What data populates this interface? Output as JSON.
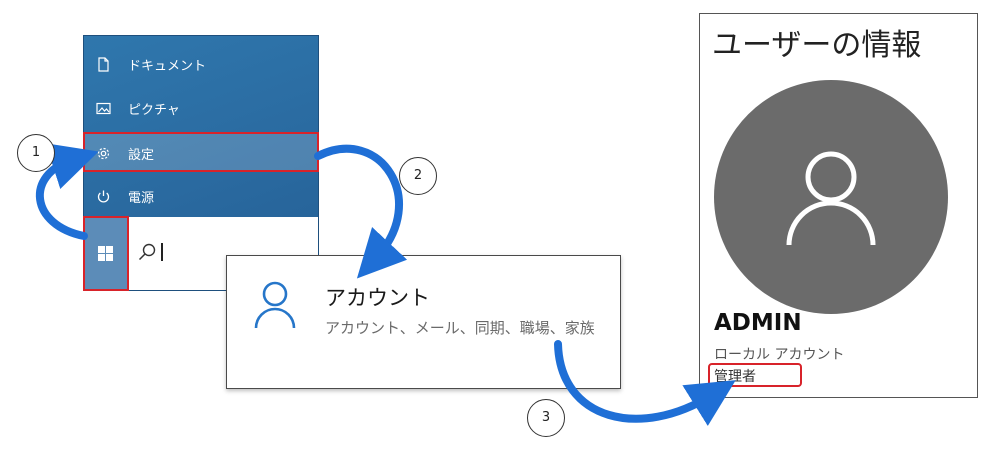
{
  "start_menu": {
    "items": [
      {
        "label": "ドキュメント",
        "icon": "document-icon"
      },
      {
        "label": "ピクチャ",
        "icon": "pictures-icon"
      },
      {
        "label": "設定",
        "icon": "gear-icon"
      },
      {
        "label": "電源",
        "icon": "power-icon"
      }
    ],
    "search_icon": "search-icon",
    "windows_icon": "windows-logo-icon"
  },
  "settings": {
    "title": "アカウント",
    "description": "アカウント、メール、同期、職場、家族",
    "icon": "person-icon"
  },
  "user_info": {
    "title": "ユーザーの情報",
    "name": "ADMIN",
    "account_type": "ローカル アカウント",
    "role": "管理者",
    "avatar_icon": "person-icon"
  },
  "steps": [
    "1",
    "2",
    "3"
  ],
  "colors": {
    "highlight": "#d8232a",
    "arrow": "#1f6fd6",
    "start_menu_bg": "#2a6aa0",
    "accent": "#2676c9",
    "avatar_bg": "#6b6b6b"
  }
}
